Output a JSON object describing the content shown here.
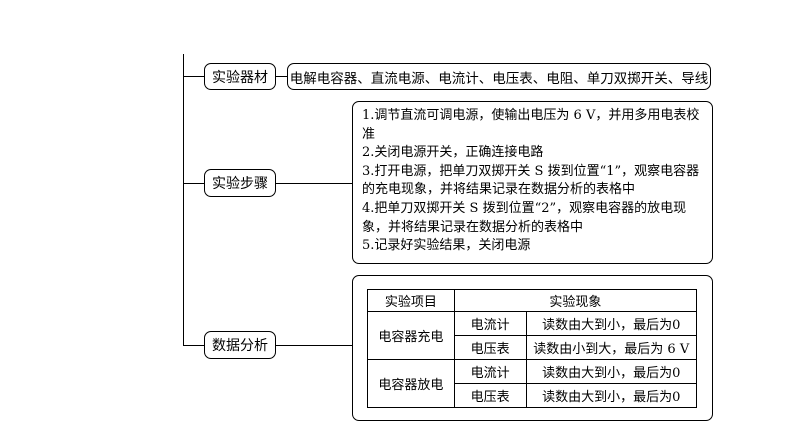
{
  "nodes": {
    "equipment": {
      "label": "实验器材",
      "content": "电解电容器、直流电源、电流计、电压表、电阻、单刀双掷开关、导线"
    },
    "steps": {
      "label": "实验步骤",
      "lines": [
        "1.调节直流可调电源，使输出电压为 6 V，并用多用电表校准",
        "2.关闭电源开关，正确连接电路",
        "3.打开电源，把单刀双掷开关 S 拨到位置“1”，观察电容器的充电现象，并将结果记录在数据分析的表格中",
        "4.把单刀双掷开关 S 拨到位置“2”，观察电容器的放电现象，并将结果记录在数据分析的表格中",
        "5.记录好实验结果，关闭电源"
      ]
    },
    "analysis": {
      "label": "数据分析",
      "table": {
        "headers": [
          "实验项目",
          "实验现象"
        ],
        "groups": [
          {
            "name": "电容器充电",
            "rows": [
              {
                "meter": "电流计",
                "phenomenon": "读数由大到小，最后为0"
              },
              {
                "meter": "电压表",
                "phenomenon": "读数由小到大，最后为 6 V"
              }
            ]
          },
          {
            "name": "电容器放电",
            "rows": [
              {
                "meter": "电流计",
                "phenomenon": "读数由大到小，最后为0"
              },
              {
                "meter": "电压表",
                "phenomenon": "读数由大到小，最后为0"
              }
            ]
          }
        ]
      }
    }
  }
}
